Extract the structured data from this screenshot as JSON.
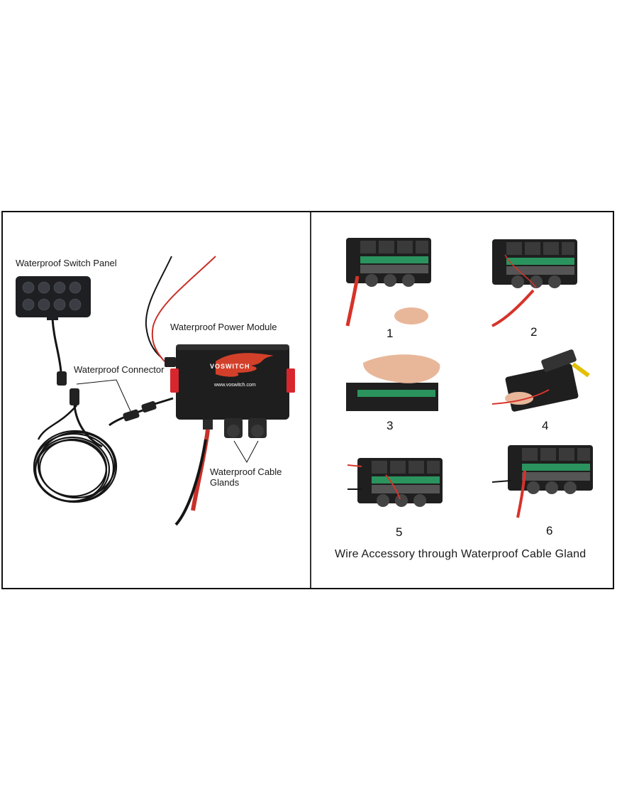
{
  "labels": {
    "switch_panel": "Waterproof Switch Panel",
    "power_module": "Waterproof Power Module",
    "connector": "Waterproof Connector",
    "cable_glands_line1": "Waterproof Cable",
    "cable_glands_line2": "Glands"
  },
  "module": {
    "brand": "VOSWITCH",
    "website": "www.voswitch.com"
  },
  "steps": [
    "1",
    "2",
    "3",
    "4",
    "5",
    "6"
  ],
  "caption": "Wire Accessory through Waterproof Cable Gland",
  "colors": {
    "wire_red": "#d6332a",
    "wire_black": "#151515",
    "housing": "#1e1e1e",
    "clip_red": "#d8262e",
    "relay_green": "#2ea86a",
    "skin": "#e8b79a"
  }
}
